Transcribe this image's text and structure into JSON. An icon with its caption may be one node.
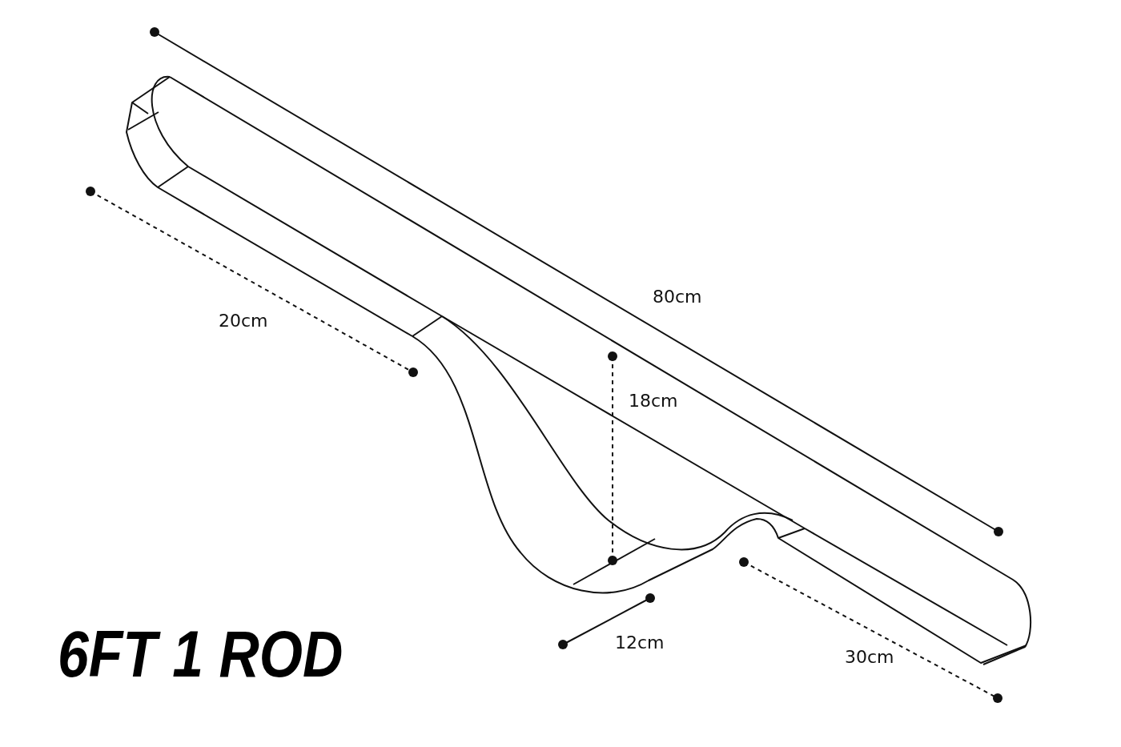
{
  "diagram": {
    "title": "6FT 1 ROD",
    "labels": [
      "80cm",
      "20cm",
      "18cm",
      "12cm",
      "30cm"
    ]
  }
}
